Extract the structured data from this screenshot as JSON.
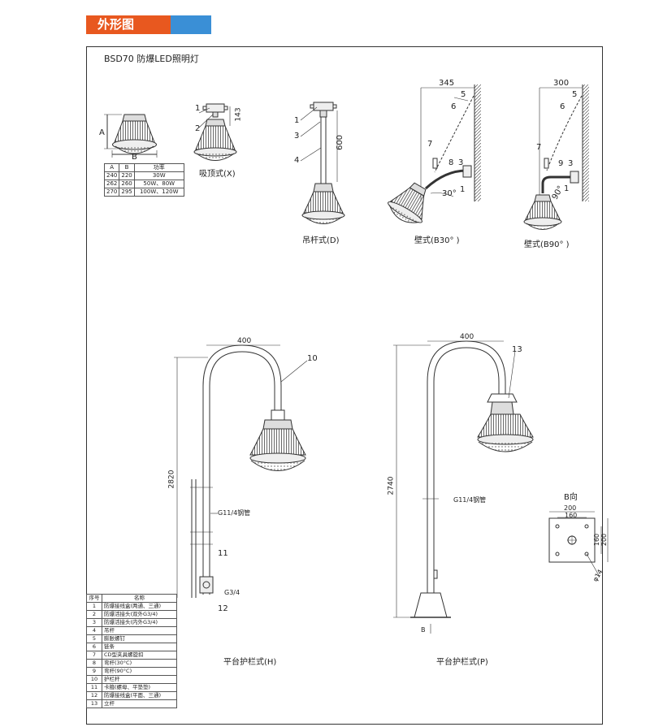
{
  "header": {
    "title": "外形图"
  },
  "model_title": "BSD70 防爆LED照明灯",
  "spec_table": {
    "headers": [
      "A",
      "B",
      "功率"
    ],
    "rows": [
      [
        "240",
        "220",
        "30W"
      ],
      [
        "262",
        "260",
        "50W、80W"
      ],
      [
        "270",
        "295",
        "100W、120W"
      ]
    ]
  },
  "dims": {
    "A": "A",
    "B": "B",
    "d143": "143",
    "d600": "600",
    "d345": "345",
    "d300": "300",
    "d400": "400",
    "d2820": "2820",
    "d2740": "2740",
    "d200": "200",
    "d160": "160",
    "d14": "φ14",
    "deg30": "30°",
    "deg90": "90°"
  },
  "callouts": [
    "1",
    "2",
    "3",
    "4",
    "5",
    "6",
    "7",
    "8",
    "9",
    "10",
    "11",
    "12",
    "13"
  ],
  "pipe_labels": {
    "h_pipe": "G11/4钢管",
    "p_pipe": "G11/4钢管",
    "g34": "G3/4",
    "b_arrow": "B"
  },
  "variants": {
    "x": "吸顶式(X)",
    "d": "吊杆式(D)",
    "b30": "壁式(B30°  )",
    "b90": "壁式(B90°  )",
    "h": "平台护栏式(H)",
    "p": "平台护栏式(P)",
    "bview": "B向"
  },
  "parts_table": {
    "headers": [
      "序号",
      "名称"
    ],
    "rows": [
      [
        "1",
        "防爆接线盒(两通、三通)"
      ],
      [
        "2",
        "防爆活接头(双外G3/4)"
      ],
      [
        "3",
        "防爆活接头(内外G3/4)"
      ],
      [
        "4",
        "吊杆"
      ],
      [
        "5",
        "膨胀螺钉"
      ],
      [
        "6",
        "链条"
      ],
      [
        "7",
        "CD型夹具螺旋扣"
      ],
      [
        "8",
        "弯杆(30°C)"
      ],
      [
        "9",
        "弯杆(90°C)"
      ],
      [
        "10",
        "护栏杆"
      ],
      [
        "11",
        "卡箍(螺母、平垫垫)"
      ],
      [
        "12",
        "防爆接线盒(平面、三通)"
      ],
      [
        "13",
        "立杆"
      ]
    ]
  },
  "colors": {
    "accent": "#e8581f",
    "blue": "#3a8fd6",
    "line": "#333333"
  }
}
